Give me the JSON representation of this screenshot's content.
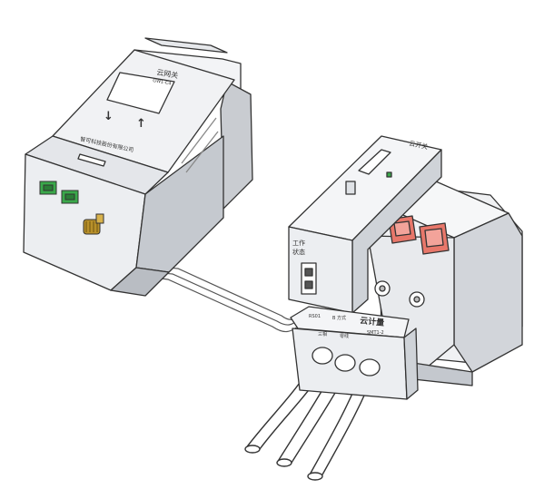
{
  "gateway": {
    "name": "云网关",
    "model": "GW1-C4",
    "company": "智可科技股份有限公司",
    "arrow_down": "↓",
    "arrow_up": "↑"
  },
  "switch_module": {
    "title": "云开关",
    "work_label_1": "工作",
    "work_label_2": "状态"
  },
  "meter_module": {
    "title": "云计量",
    "port_label": "RS01",
    "terminal_label": "B 方式",
    "sub_label_1": "三相",
    "sub_label_2": "零线",
    "model_label": "SMT1-2"
  },
  "colors": {
    "outline": "#333333",
    "body": "#eef0f2",
    "shade": "#c9ccd1",
    "breaker_accent": "#e8776a",
    "port_green": "#3aa84a",
    "brass": "#b8902a"
  }
}
